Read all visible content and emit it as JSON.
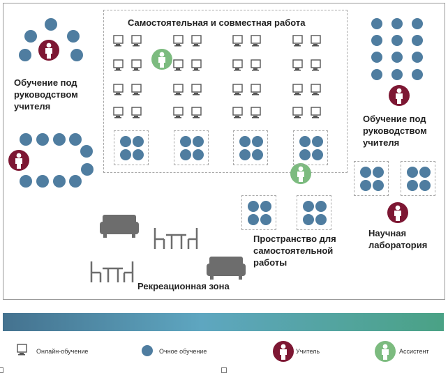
{
  "labels": {
    "work_area": "Самостоятельная и совместная работа",
    "teacher_led_left": "Обучение под руководством учителя",
    "teacher_led_right": "Обучение под руководством учителя",
    "self_space": "Пространство для самостоятельной работы",
    "recreation": "Рекреационная зона",
    "lab": "Научная лаборатория"
  },
  "legend": {
    "online": "Онлайн-обучение",
    "in_person": "Очное обучение",
    "teacher": "Учитель",
    "assistant": "Ассистент"
  },
  "colors": {
    "student": "#4f7da0",
    "teacher": "#7d1733",
    "assistant": "#7cbb7f",
    "furniture": "#6d6d6d"
  }
}
